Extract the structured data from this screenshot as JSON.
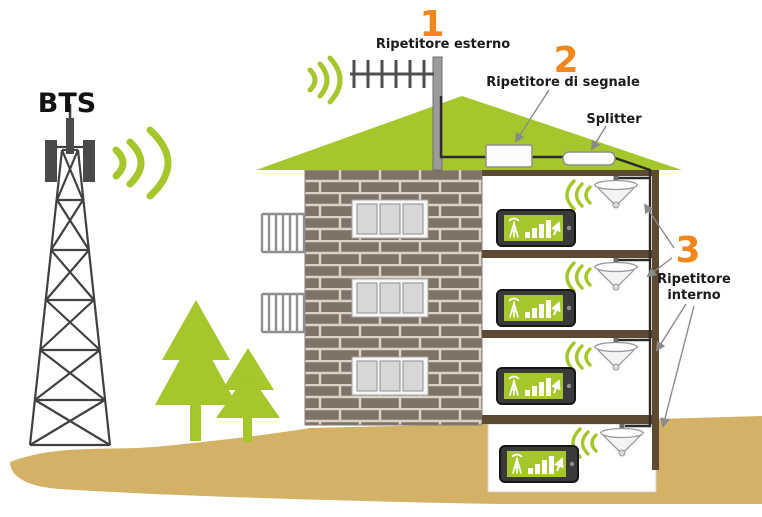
{
  "diagram": {
    "bts_label": "BTS",
    "step1": {
      "number": "1",
      "label": "Ripetitore esterno"
    },
    "step2": {
      "number": "2",
      "label": "Ripetitore di segnale"
    },
    "splitter_label": "Splitter",
    "step3": {
      "number": "3",
      "label_line1": "Ripetitore",
      "label_line2": "interno"
    },
    "colors": {
      "green": "#a5c72b",
      "orange": "#f0861c",
      "ground_tan": "#d3b166",
      "brick": "#7e7366",
      "mortar": "#d9d2c7",
      "wood_brown": "#5d4a33",
      "phone_screen": "#a5c72b"
    }
  }
}
